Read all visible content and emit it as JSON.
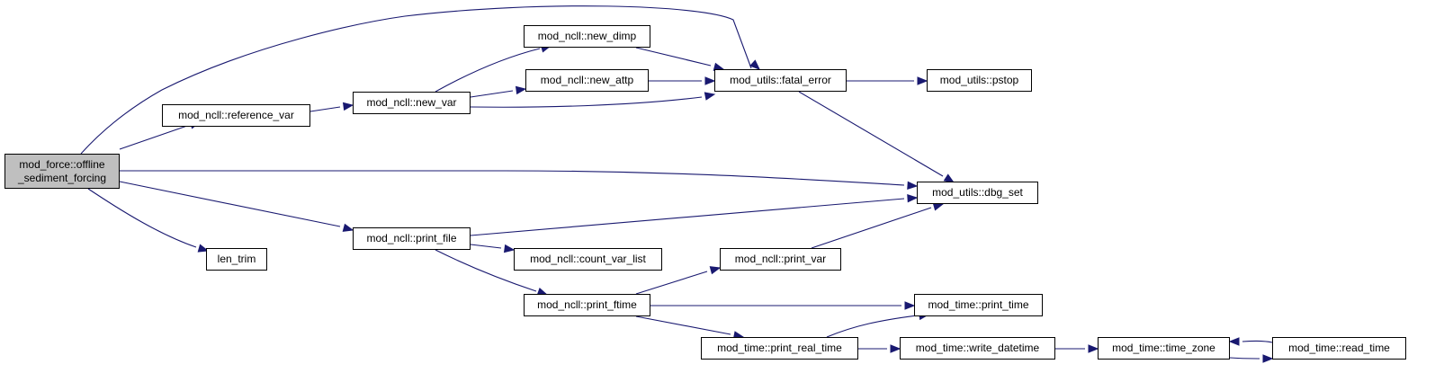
{
  "graph": {
    "edge_color": "#191970",
    "root_fill": "#bfbfbf",
    "nodes": [
      {
        "id": "offline_sediment_forcing",
        "lines": [
          "mod_force::offline",
          "_sediment_forcing"
        ],
        "root": true
      },
      {
        "id": "reference_var",
        "lines": [
          "mod_ncll::reference_var"
        ]
      },
      {
        "id": "new_var",
        "lines": [
          "mod_ncll::new_var"
        ]
      },
      {
        "id": "new_dimp",
        "lines": [
          "mod_ncll::new_dimp"
        ]
      },
      {
        "id": "new_attp",
        "lines": [
          "mod_ncll::new_attp"
        ]
      },
      {
        "id": "fatal_error",
        "lines": [
          "mod_utils::fatal_error"
        ]
      },
      {
        "id": "pstop",
        "lines": [
          "mod_utils::pstop"
        ]
      },
      {
        "id": "dbg_set",
        "lines": [
          "mod_utils::dbg_set"
        ]
      },
      {
        "id": "len_trim",
        "lines": [
          "len_trim"
        ]
      },
      {
        "id": "print_file",
        "lines": [
          "mod_ncll::print_file"
        ]
      },
      {
        "id": "count_var_list",
        "lines": [
          "mod_ncll::count_var_list"
        ]
      },
      {
        "id": "print_var",
        "lines": [
          "mod_ncll::print_var"
        ]
      },
      {
        "id": "print_ftime",
        "lines": [
          "mod_ncll::print_ftime"
        ]
      },
      {
        "id": "print_time",
        "lines": [
          "mod_time::print_time"
        ]
      },
      {
        "id": "print_real_time",
        "lines": [
          "mod_time::print_real_time"
        ]
      },
      {
        "id": "write_datetime",
        "lines": [
          "mod_time::write_datetime"
        ]
      },
      {
        "id": "time_zone",
        "lines": [
          "mod_time::time_zone"
        ]
      },
      {
        "id": "read_time",
        "lines": [
          "mod_time::read_time"
        ]
      }
    ],
    "edges": [
      {
        "from": "offline_sediment_forcing",
        "to": "fatal_error"
      },
      {
        "from": "offline_sediment_forcing",
        "to": "reference_var"
      },
      {
        "from": "offline_sediment_forcing",
        "to": "dbg_set"
      },
      {
        "from": "offline_sediment_forcing",
        "to": "print_file"
      },
      {
        "from": "offline_sediment_forcing",
        "to": "len_trim"
      },
      {
        "from": "reference_var",
        "to": "new_var"
      },
      {
        "from": "new_var",
        "to": "new_dimp"
      },
      {
        "from": "new_var",
        "to": "new_attp"
      },
      {
        "from": "new_var",
        "to": "fatal_error"
      },
      {
        "from": "new_dimp",
        "to": "fatal_error"
      },
      {
        "from": "new_attp",
        "to": "fatal_error"
      },
      {
        "from": "fatal_error",
        "to": "pstop"
      },
      {
        "from": "fatal_error",
        "to": "dbg_set"
      },
      {
        "from": "print_file",
        "to": "dbg_set"
      },
      {
        "from": "print_file",
        "to": "count_var_list"
      },
      {
        "from": "print_file",
        "to": "print_ftime"
      },
      {
        "from": "print_ftime",
        "to": "print_var"
      },
      {
        "from": "print_ftime",
        "to": "print_time"
      },
      {
        "from": "print_ftime",
        "to": "print_real_time"
      },
      {
        "from": "print_var",
        "to": "dbg_set"
      },
      {
        "from": "print_real_time",
        "to": "print_time"
      },
      {
        "from": "print_real_time",
        "to": "write_datetime"
      },
      {
        "from": "write_datetime",
        "to": "time_zone"
      },
      {
        "from": "time_zone",
        "to": "read_time"
      },
      {
        "from": "read_time",
        "to": "time_zone"
      }
    ]
  }
}
